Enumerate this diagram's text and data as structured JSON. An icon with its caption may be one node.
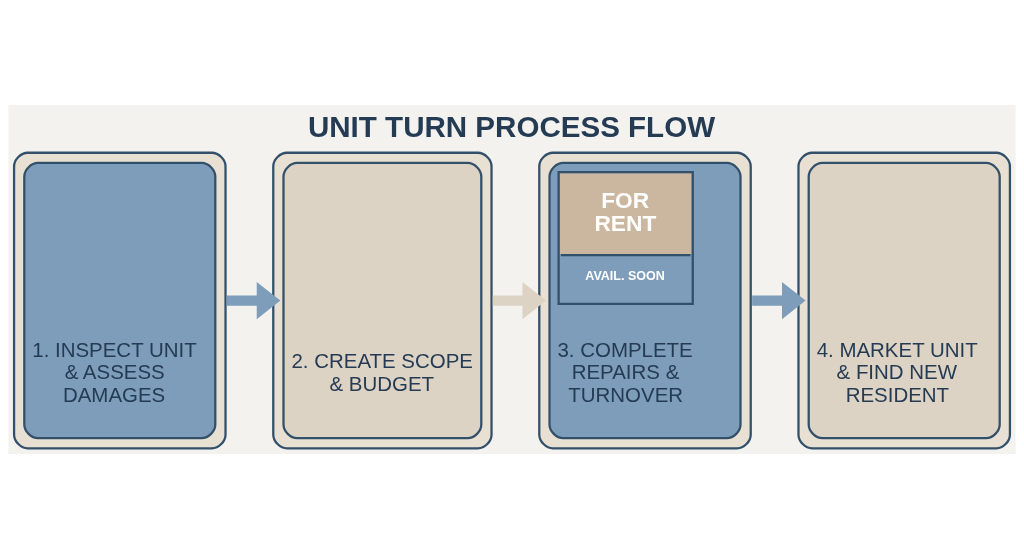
{
  "diagram": {
    "title": "UNIT TURN PROCESS FLOW",
    "nodes": [
      {
        "text": [
          "1. INSPECT UNIT & ASSESS DAMAGES"
        ]
      },
      {
        "text": [
          "2. CREATE SCOPE & BUDGET"
        ]
      },
      {
        "text": [
          "FOR RENT",
          "AVAIL. SOON",
          "3. COMPLETE REPAIRS & TURNOVER"
        ]
      },
      {
        "text": [
          "4. MARKET UNIT & FIND NEW RESIDENT"
        ]
      }
    ],
    "edges": [
      {
        "from": 0,
        "to": 1,
        "arrow": "to"
      },
      {
        "from": 1,
        "to": 2,
        "arrow": "to",
        "color": "#ddd3c5"
      },
      {
        "from": 2,
        "to": 3,
        "arrow": "to"
      }
    ]
  }
}
